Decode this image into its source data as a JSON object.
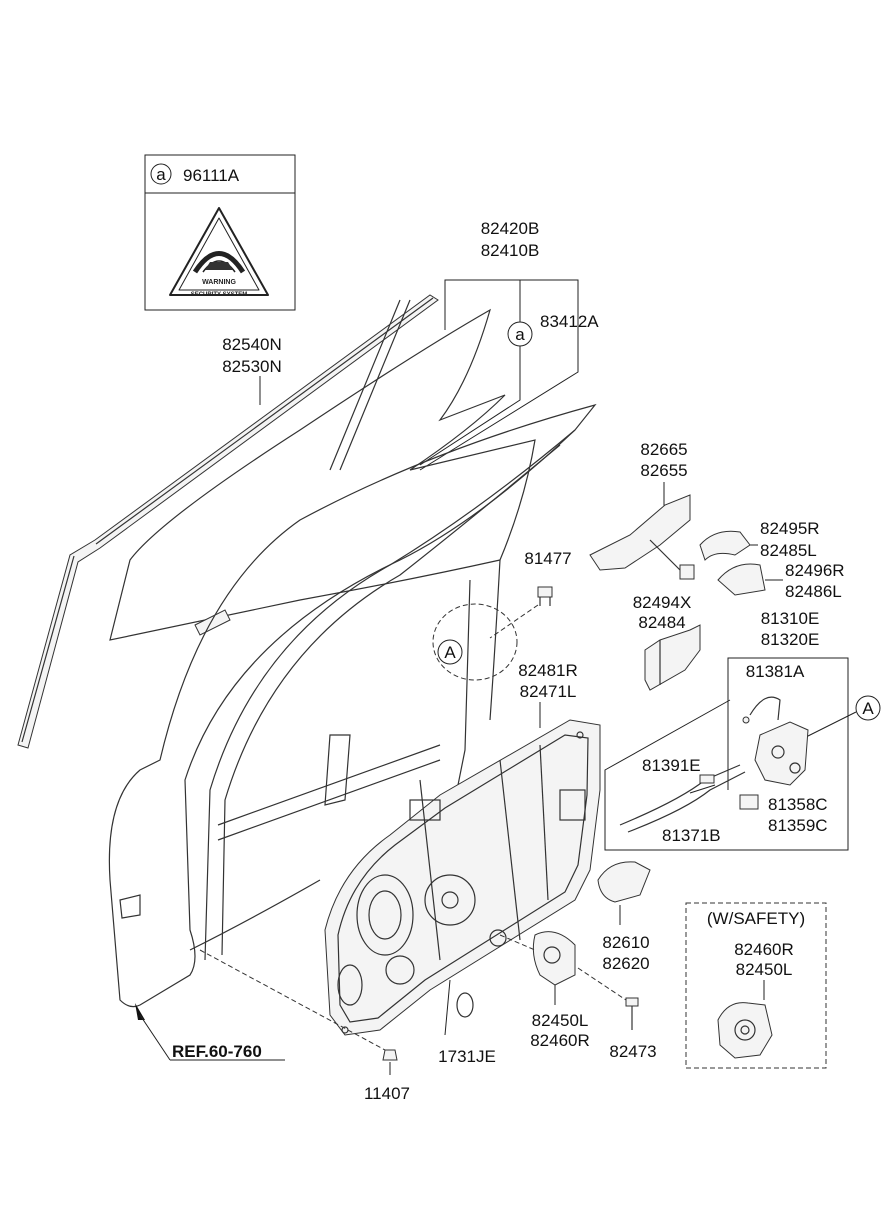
{
  "warning_box": {
    "ref_letter": "a",
    "part_no": "96111A",
    "sticker_title": "WARNING",
    "sticker_subtitle": "SECURITY SYSTEM"
  },
  "labels": {
    "glass_a": "82420B",
    "glass_b": "82410B",
    "channel": "83412A",
    "ref_a_glass": "a",
    "molding_a": "82540N",
    "molding_b": "82530N",
    "hinge_a": "82665",
    "hinge_b": "82655",
    "handle_a": "82495R",
    "handle_b": "82485L",
    "handle_c": "82496R",
    "handle_d": "82486L",
    "bolt": "81477",
    "bracket_a": "82494X",
    "bracket_b": "82484",
    "latch_a": "81310E",
    "latch_b": "81320E",
    "ref_A_door": "A",
    "ref_A_latch": "A",
    "module_a": "82481R",
    "module_b": "82471L",
    "latch_rod": "81381A",
    "cable_a": "81391E",
    "cable_b": "81371B",
    "switch_a": "81358C",
    "switch_b": "81359C",
    "inner_handle_a": "82610",
    "inner_handle_b": "82620",
    "safety_title": "(W/SAFETY)",
    "safety_a": "82460R",
    "safety_b": "82450L",
    "motor_a": "82450L",
    "motor_b": "82460R",
    "screw": "82473",
    "seal": "1731JE",
    "ref_body": "REF.60-760",
    "fastener": "11407"
  }
}
